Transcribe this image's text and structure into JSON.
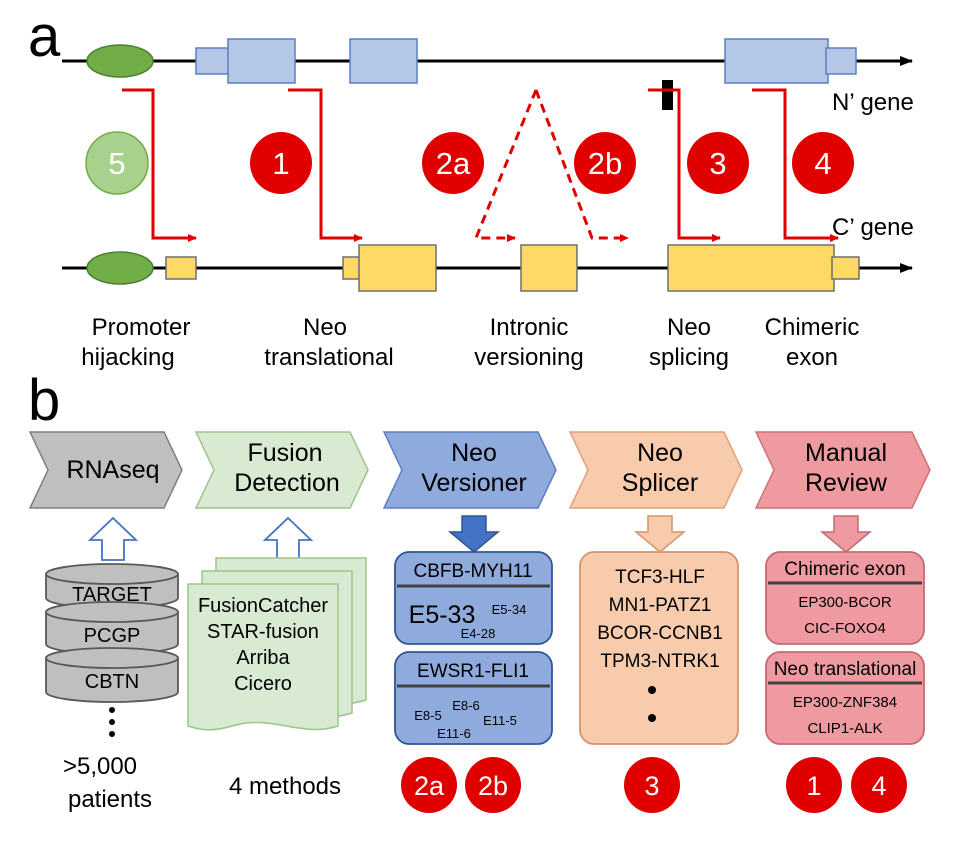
{
  "panel_a": {
    "label": "a",
    "n_gene_label": "N’ gene",
    "c_gene_label": "C’ gene",
    "circles": [
      {
        "text": "5",
        "color": "#a9d18e"
      },
      {
        "text": "1",
        "color": "#e00000"
      },
      {
        "text": "2a",
        "color": "#e00000"
      },
      {
        "text": "2b",
        "color": "#e00000"
      },
      {
        "text": "3",
        "color": "#e00000"
      },
      {
        "text": "4",
        "color": "#e00000"
      }
    ],
    "mechanisms": [
      {
        "line1": "Promoter",
        "line2": "hijacking"
      },
      {
        "line1": "Neo",
        "line2": "translational"
      },
      {
        "line1": "Intronic",
        "line2": "versioning"
      },
      {
        "line1": "Neo",
        "line2": "splicing"
      },
      {
        "line1": "Chimeric",
        "line2": "exon"
      }
    ]
  },
  "panel_b": {
    "label": "b",
    "steps": [
      {
        "line1": "RNAseq",
        "line2": "",
        "fill": "#bfbfbf",
        "stroke": "#7f7f7f"
      },
      {
        "line1": "Fusion",
        "line2": "Detection",
        "fill": "#d9ead3",
        "stroke": "#9dc48a"
      },
      {
        "line1": "Neo",
        "line2": "Versioner",
        "fill": "#8faadc",
        "stroke": "#5b7fc4"
      },
      {
        "line1": "Neo",
        "line2": "Splicer",
        "fill": "#f8cbad",
        "stroke": "#e3a07a"
      },
      {
        "line1": "Manual",
        "line2": "Review",
        "fill": "#ee9aa0",
        "stroke": "#d0707a"
      }
    ],
    "databases": [
      "TARGET",
      "PCGP",
      "CBTN"
    ],
    "patients_line1": ">5,000",
    "patients_line2": "patients",
    "tools": [
      "FusionCatcher",
      "STAR-fusion",
      "Arriba",
      "Cicero"
    ],
    "methods_label": "4 methods",
    "versioner_boxes": [
      {
        "title": "CBFB-MYH11",
        "main": "E5-33",
        "sub1": "E5-34",
        "sub2": "E4-28"
      },
      {
        "title": "EWSR1-FLI1",
        "a": "E8-6",
        "b": "E8-5",
        "c": "E11-5",
        "d": "E11-6"
      }
    ],
    "splicer_fusions": [
      "TCF3-HLF",
      "MN1-PATZ1",
      "BCOR-CCNB1",
      "TPM3-NTRK1"
    ],
    "review_boxes": [
      {
        "title": "Chimeric exon",
        "items": [
          "EP300-BCOR",
          "CIC-FOXO4"
        ]
      },
      {
        "title": "Neo translational",
        "items": [
          "EP300-ZNF384",
          "CLIP1-ALK"
        ]
      }
    ],
    "bottom_circles": [
      "2a",
      "2b",
      "3",
      "1",
      "4"
    ]
  },
  "colors": {
    "red": "#e00000",
    "n_exon": "#b4c7e7",
    "n_exon_stroke": "#5b7fc4",
    "c_exon": "#ffd966",
    "c_exon_stroke": "#6e6e6e",
    "promoter": "#70ad47"
  }
}
